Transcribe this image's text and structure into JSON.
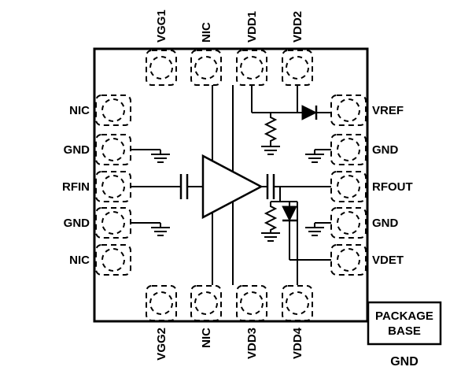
{
  "diagram": {
    "top_pins": [
      "VGG1",
      "NIC",
      "VDD1",
      "VDD2"
    ],
    "left_pins": [
      "NIC",
      "GND",
      "RFIN",
      "GND",
      "NIC"
    ],
    "right_pins": [
      "VREF",
      "GND",
      "RFOUT",
      "GND",
      "VDET"
    ],
    "bottom_pins": [
      "VGG2",
      "NIC",
      "VDD3",
      "VDD4"
    ],
    "package": {
      "line1": "PACKAGE",
      "line2": "BASE",
      "ground": "GND"
    },
    "colors": {
      "line": "#000000",
      "background": "#ffffff"
    }
  }
}
